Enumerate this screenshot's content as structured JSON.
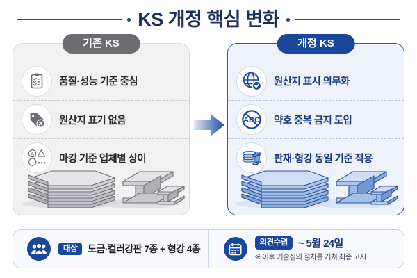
{
  "title": {
    "text": "KS 개정 핵심 변화"
  },
  "panels": {
    "old": {
      "badge": "기존 KS",
      "rows": [
        {
          "icon": "clipboard-checklist-icon",
          "label": "품질·성능 기준 중심"
        },
        {
          "icon": "price-tag-x-icon",
          "label": "원산지 표기 없음"
        },
        {
          "icon": "marking-shapes-icon",
          "label": "마킹 기준 업체별 상이"
        }
      ],
      "art": "steel-plates-and-beams-gray"
    },
    "new": {
      "badge": "개정 KS",
      "rows": [
        {
          "icon": "globe-check-icon",
          "label": "원산지 표시 의무화"
        },
        {
          "icon": "abc-prohibited-icon",
          "label": "약호 중복 금지 도입"
        },
        {
          "icon": "plates-beam-icon",
          "label": "판재·형강 동일 기준 적용"
        }
      ],
      "art": "steel-plates-and-beams-blue"
    }
  },
  "arrow": {
    "name": "right-arrow"
  },
  "footer": {
    "target": {
      "icon": "people-group-icon",
      "tag": "대상",
      "text": "도금·컬러강판 7종 + 형강 4종"
    },
    "schedule": {
      "icon": "calendar-icon",
      "tag": "의견수렴",
      "text": "~ 5월 24일",
      "note": "※ 이후 기술심의 절차를 거쳐 최종 고시"
    }
  },
  "colors": {
    "navy": "#19479b",
    "dark_navy": "#1d2f5c",
    "gray_badge": "#6b6b70",
    "panel_old_bg": "#f1f1f2",
    "panel_new_bg": "#eef2fa"
  }
}
